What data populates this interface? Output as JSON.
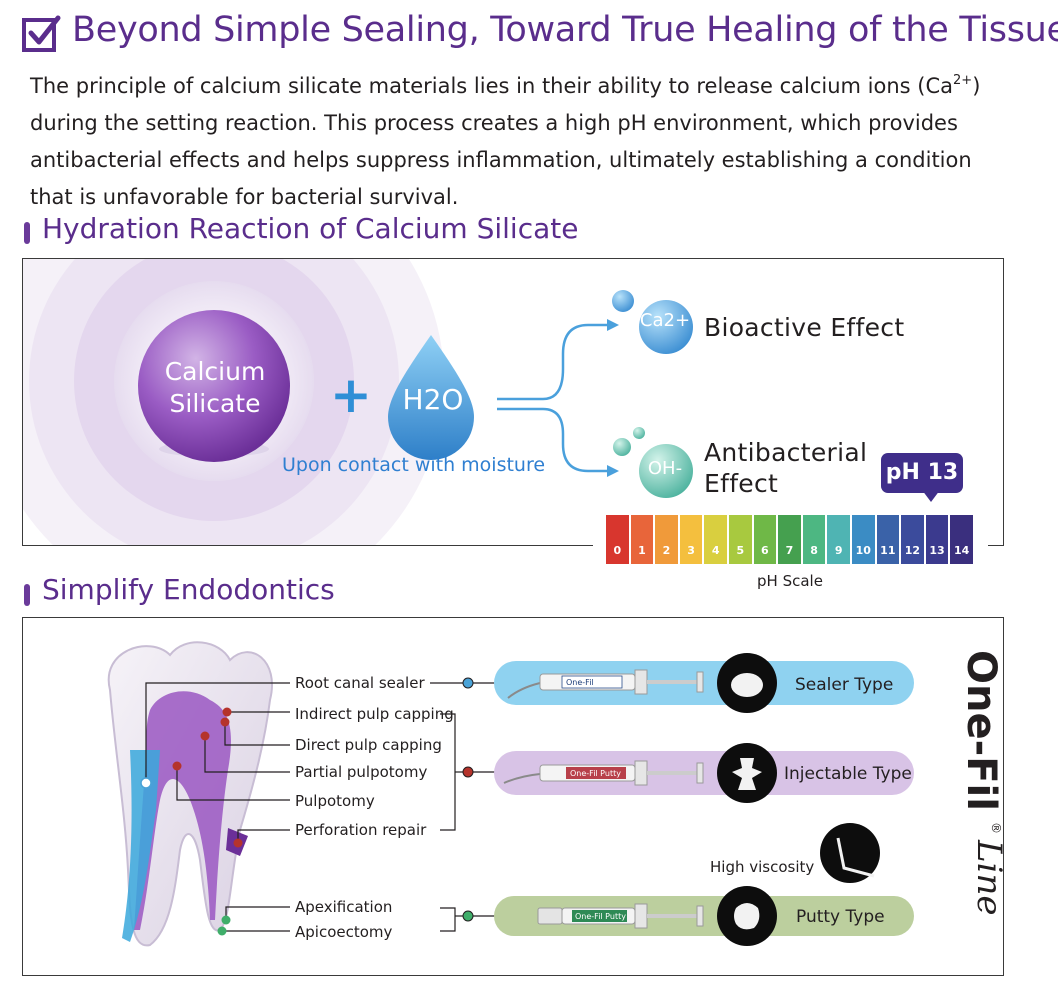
{
  "header": {
    "headline": "Beyond Simple Sealing, Toward True Healing of the Tissue",
    "intro_lines": [
      "The principle of calcium silicate materials lies in their ability to release calcium ions (Ca",
      "during the setting reaction. This process creates a high pH environment, which provides",
      "antibacterial effects and helps suppress inflammation, ultimately establishing a condition",
      "that is unfavorable for bacterial survival."
    ],
    "intro_sup": "2+",
    "intro_close": ")"
  },
  "hydration": {
    "title": "Hydration Reaction of Calcium Silicate",
    "reactant_line1": "Calcium",
    "reactant_line2": "Silicate",
    "plus": "+",
    "water": "H2O",
    "water_caption": "Upon contact with moisture",
    "ion1": "Ca2+",
    "ion2": "OH-",
    "effect1": "Bioactive Effect",
    "effect2_line1": "Antibacterial",
    "effect2_line2": "Effect",
    "ph_badge": "pH 13",
    "ph_scale_label": "pH Scale",
    "ph_values": [
      "0",
      "1",
      "2",
      "3",
      "4",
      "5",
      "6",
      "7",
      "8",
      "9",
      "10",
      "11",
      "12",
      "13",
      "14"
    ],
    "ph_colors": [
      "#d8362e",
      "#e8653a",
      "#f09a3a",
      "#f4bf3e",
      "#d9cf3f",
      "#a8c93f",
      "#6fb847",
      "#45a04f",
      "#4db782",
      "#4fb4b3",
      "#3b8cc4",
      "#3a62a8",
      "#3b4b9c",
      "#3b3a8e",
      "#3a2f7e"
    ]
  },
  "endo": {
    "title": "Simplify Endodontics",
    "procedures": [
      "Root canal sealer",
      "Indirect pulp capping",
      "Direct pulp capping",
      "Partial pulpotomy",
      "Pulpotomy",
      "Perforation repair",
      "Apexification",
      "Apicoectomy"
    ],
    "types": [
      "Sealer Type",
      "Injectable Type",
      "Putty Type"
    ],
    "high_viscosity": "High viscosity",
    "syringe_labels": [
      "One-Fil",
      "One-Fil Putty",
      "One-Fil Putty"
    ],
    "brand_name": "One-Fil",
    "brand_mark": "®",
    "brand_sub": "Line",
    "colors": {
      "sealer": "#8fd2f0",
      "injectable": "#d8c3e6",
      "putty": "#bccf9e",
      "dot_blue": "#4aa3d8",
      "dot_red": "#b5332b",
      "dot_green": "#3fae6a"
    }
  }
}
